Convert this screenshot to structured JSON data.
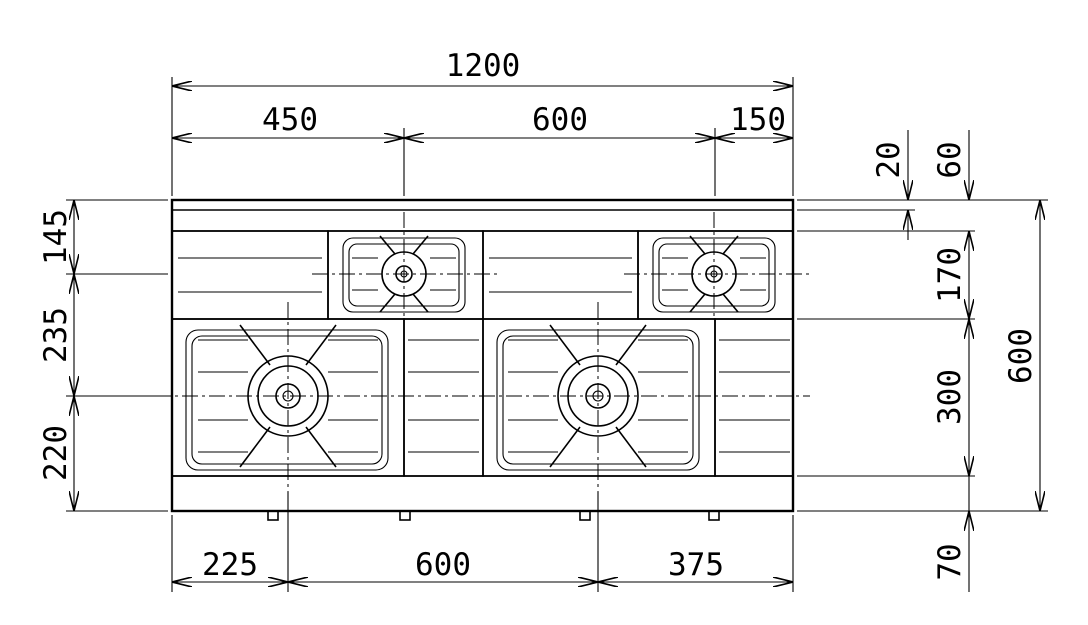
{
  "dimensions": {
    "top_overall": "1200",
    "top_left": "450",
    "top_middle": "600",
    "top_right": "150",
    "left_top": "145",
    "left_middle": "235",
    "left_bottom": "220",
    "bottom_left": "225",
    "bottom_middle": "600",
    "bottom_right": "375",
    "right_20": "20",
    "right_60": "60",
    "right_170": "170",
    "right_300": "300",
    "right_600": "600",
    "right_70": "70"
  }
}
